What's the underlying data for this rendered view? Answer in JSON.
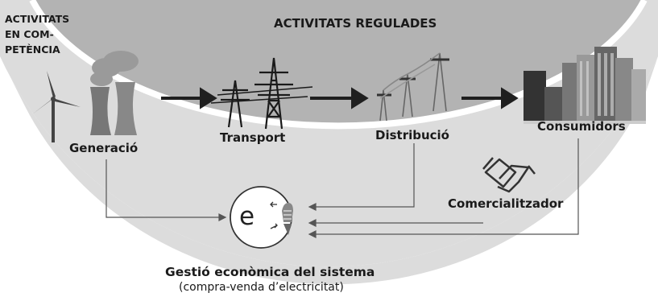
{
  "corner_label": {
    "line1": "ACTIVITATS",
    "line2": "EN COM-",
    "line3": "PETÈNCIA"
  },
  "top_title": "ACTIVITATS REGULADES",
  "stages": {
    "generation": "Generació",
    "transport": "Transport",
    "distribution": "Distribució",
    "consumers": "Consumidors",
    "retailer": "Comercialitzador"
  },
  "central_symbol": "e",
  "bottom": {
    "title": "Gestió econòmica del sistema",
    "subtitle": "(compra-venda d’electricitat)"
  },
  "colors": {
    "outer_ring": "#dcdcdc",
    "inner_disc": "#b3b3b3",
    "arrow": "#1f1f1f",
    "icons": "#555555"
  }
}
